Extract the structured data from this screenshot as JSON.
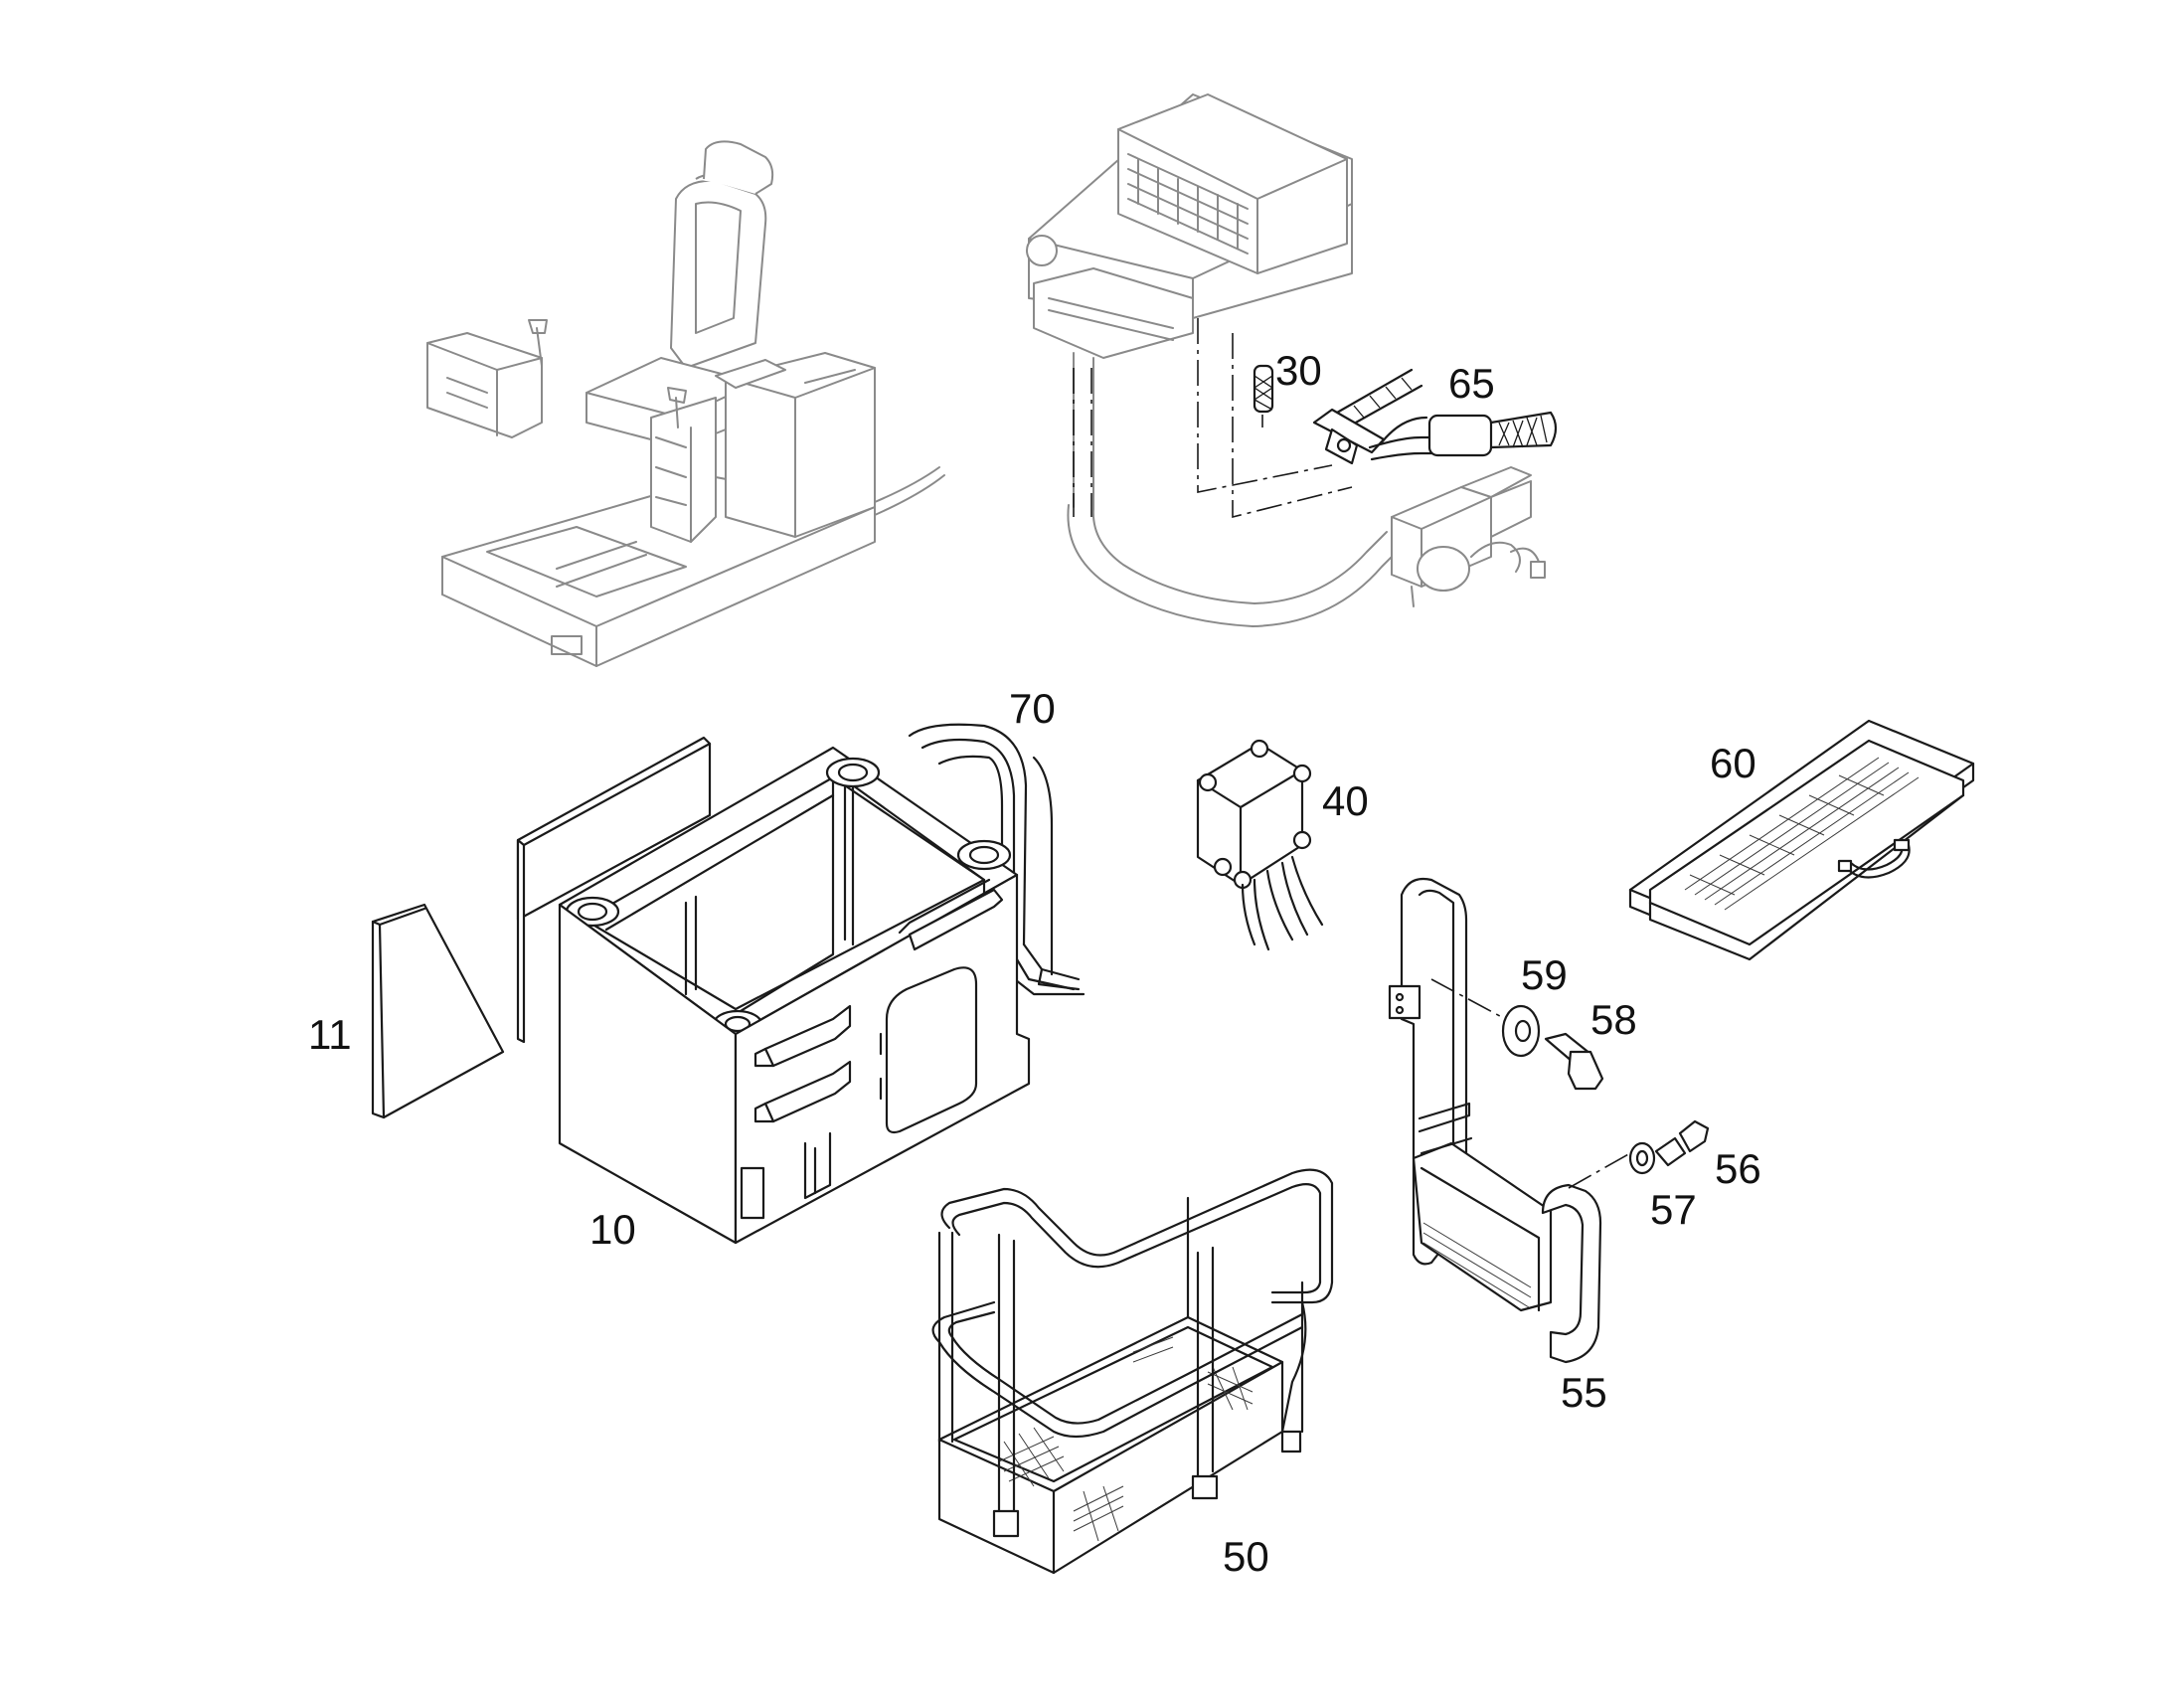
{
  "callouts": [
    {
      "id": "10",
      "text": "10"
    },
    {
      "id": "11",
      "text": "11"
    },
    {
      "id": "30",
      "text": "30"
    },
    {
      "id": "40",
      "text": "40"
    },
    {
      "id": "50",
      "text": "50"
    },
    {
      "id": "55",
      "text": "55"
    },
    {
      "id": "56",
      "text": "56"
    },
    {
      "id": "57",
      "text": "57"
    },
    {
      "id": "58",
      "text": "58"
    },
    {
      "id": "59",
      "text": "59"
    },
    {
      "id": "60",
      "text": "60"
    },
    {
      "id": "65",
      "text": "65"
    },
    {
      "id": "70",
      "text": "70"
    }
  ],
  "colors": {
    "line": "#1a1a1a",
    "context_line": "#8a8a8a",
    "background": "#ffffff"
  }
}
